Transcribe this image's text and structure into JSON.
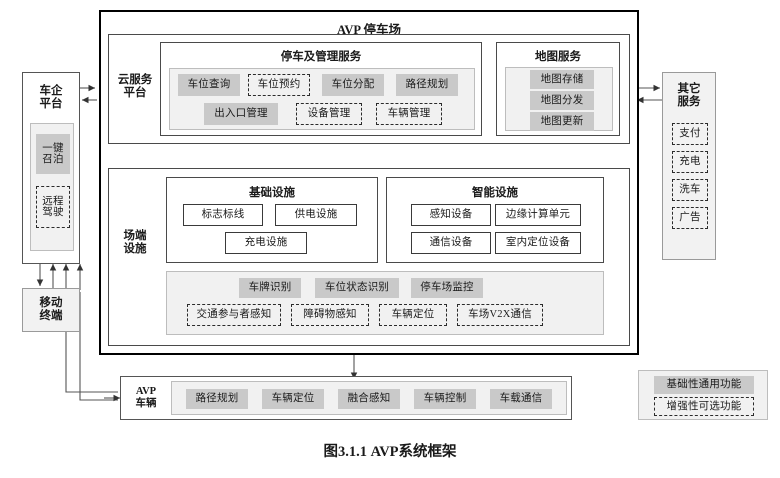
{
  "figure": {
    "caption": "图3.1.1 AVP系统框架"
  },
  "main": {
    "title": "AVP 停车场"
  },
  "cloud": {
    "side_label": "云服务\n平台",
    "parking_service": {
      "title": "停车及管理服务",
      "row1": [
        {
          "label": "车位查询",
          "style": "fill"
        },
        {
          "label": "车位预约",
          "style": "dash"
        },
        {
          "label": "车位分配",
          "style": "fill"
        },
        {
          "label": "路径规划",
          "style": "fill"
        }
      ],
      "row2": [
        {
          "label": "出入口管理",
          "style": "fill"
        },
        {
          "label": "设备管理",
          "style": "dash"
        },
        {
          "label": "车辆管理",
          "style": "dash"
        }
      ]
    },
    "map_service": {
      "title": "地图服务",
      "items": [
        {
          "label": "地图存储",
          "style": "fill"
        },
        {
          "label": "地图分发",
          "style": "fill"
        },
        {
          "label": "地图更新",
          "style": "fill"
        }
      ]
    }
  },
  "field": {
    "side_label": "场端\n设施",
    "basic": {
      "title": "基础设施",
      "items": [
        {
          "label": "标志标线",
          "style": "out"
        },
        {
          "label": "供电设施",
          "style": "out"
        },
        {
          "label": "充电设施",
          "style": "out"
        }
      ]
    },
    "smart": {
      "title": "智能设施",
      "items": [
        {
          "label": "感知设备",
          "style": "out"
        },
        {
          "label": "边缘计算单元",
          "style": "out"
        },
        {
          "label": "通信设备",
          "style": "out"
        },
        {
          "label": "室内定位设备",
          "style": "out"
        }
      ]
    },
    "functions": {
      "row1": [
        {
          "label": "车牌识别",
          "style": "fill"
        },
        {
          "label": "车位状态识别",
          "style": "fill"
        },
        {
          "label": "停车场监控",
          "style": "fill"
        }
      ],
      "row2": [
        {
          "label": "交通参与者感知",
          "style": "dash"
        },
        {
          "label": "障碍物感知",
          "style": "dash"
        },
        {
          "label": "车辆定位",
          "style": "dash"
        },
        {
          "label": "车场V2X通信",
          "style": "dash"
        }
      ]
    }
  },
  "oem": {
    "title": "车企\n平台",
    "items": [
      {
        "label": "一键\n召泊",
        "style": "fill"
      },
      {
        "label": "远程\n驾驶",
        "style": "dash"
      }
    ]
  },
  "mobile": {
    "title": "移动\n终端"
  },
  "other": {
    "title": "其它\n服务",
    "items": [
      {
        "label": "支付",
        "style": "dash"
      },
      {
        "label": "充电",
        "style": "dash"
      },
      {
        "label": "洗车",
        "style": "dash"
      },
      {
        "label": "广告",
        "style": "dash"
      }
    ]
  },
  "vehicle": {
    "side_label": "AVP\n车辆",
    "items": [
      {
        "label": "路径规划",
        "style": "fill"
      },
      {
        "label": "车辆定位",
        "style": "fill"
      },
      {
        "label": "融合感知",
        "style": "fill"
      },
      {
        "label": "车辆控制",
        "style": "fill"
      },
      {
        "label": "车载通信",
        "style": "fill"
      }
    ]
  },
  "legend": {
    "items": [
      {
        "label": "基础性通用功能",
        "style": "fill"
      },
      {
        "label": "增强性可选功能",
        "style": "dash"
      }
    ]
  },
  "colors": {
    "chip_fill": "#c9c9c9",
    "panel_bg": "#f1f1f1",
    "outline": "#000000",
    "wire": "#555555"
  }
}
